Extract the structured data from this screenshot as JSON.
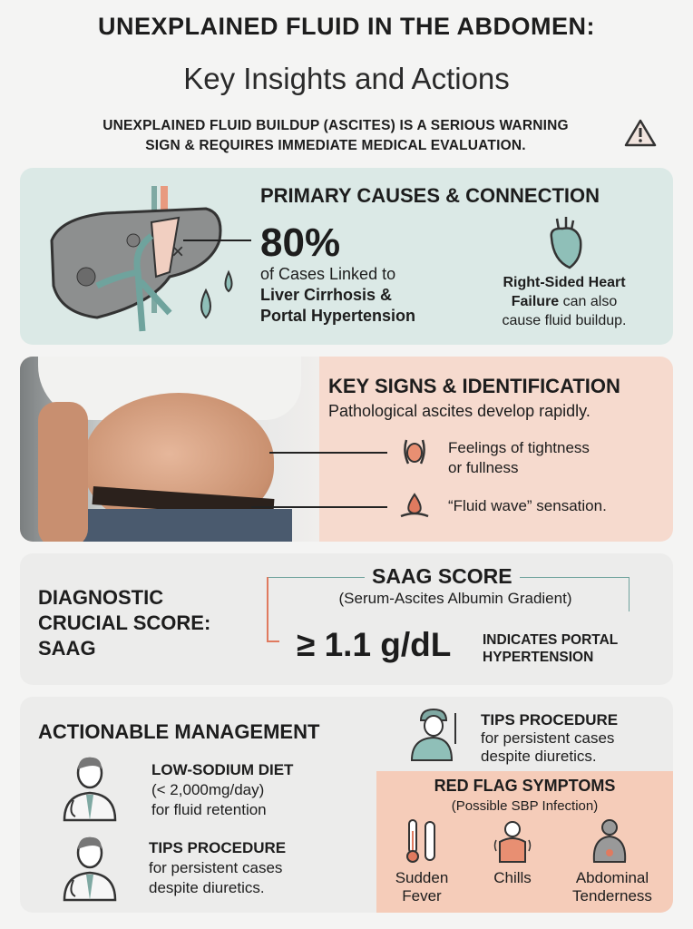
{
  "header": {
    "title_line1": "UNEXPLAINED FLUID IN THE ABDOMEN:",
    "title_line2": "Key Insights and Actions",
    "warning_line1": "UNEXPLAINED FLUID BUILDUP (ASCITES) IS A SERIOUS WARNING",
    "warning_line2": "SIGN & REQUIRES IMMEDIATE MEDICAL EVALUATION.",
    "warning_icon": "warning-triangle-icon"
  },
  "causes": {
    "heading": "PRIMARY CAUSES & CONNECTION",
    "stat": "80%",
    "stat_line1": "of Cases Linked to",
    "stat_line2": "Liver Cirrhosis &",
    "stat_line3": "Portal Hypertension",
    "heart_bold1": "Right-Sided Heart",
    "heart_bold2": "Failure",
    "heart_rest2": " can also",
    "heart_line3": "cause fluid buildup.",
    "icons": [
      "liver-icon",
      "heart-icon"
    ],
    "accent": "#6fa39d"
  },
  "signs": {
    "heading": "KEY SIGNS & IDENTIFICATION",
    "subheading": "Pathological ascites develop rapidly.",
    "items": [
      {
        "line1": "Feelings of tightness",
        "line2": "or fullness",
        "icon": "abdomen-icon"
      },
      {
        "line1": "“Fluid wave” sensation.",
        "icon": "droplet-icon"
      }
    ]
  },
  "diagnostic": {
    "left_line1": "DIAGNOSTIC",
    "left_line2": "CRUCIAL SCORE:",
    "left_line3": "SAAG",
    "score_title": "SAAG SCORE",
    "score_subtitle": "(Serum-Ascites Albumin Gradient)",
    "value": "≥ 1.1 g/dL",
    "indicates_line1": "INDICATES PORTAL",
    "indicates_line2": "HYPERTENSION",
    "accent": "#e07a5f"
  },
  "management": {
    "heading": "ACTIONABLE MANAGEMENT",
    "items": [
      {
        "title": "LOW-SODIUM DIET",
        "line1": "(< 2,000mg/day)",
        "line2": "for fluid retention"
      },
      {
        "title": "TIPS PROCEDURE",
        "line1": "for persistent cases",
        "line2": "despite diuretics."
      },
      {
        "title": "TIPS PROCEDURE",
        "line1": "for persistent cases",
        "line2": "despite diuretics."
      }
    ],
    "red_flags": {
      "heading": "RED FLAG SYMPTOMS",
      "subheading": "(Possible SBP Infection)",
      "items": [
        {
          "line1": "Sudden",
          "line2": "Fever"
        },
        {
          "line1": "Chills",
          "line2": ""
        },
        {
          "line1": "Abdominal",
          "line2": "Tenderness"
        }
      ],
      "color": "#f5ccb9"
    }
  }
}
